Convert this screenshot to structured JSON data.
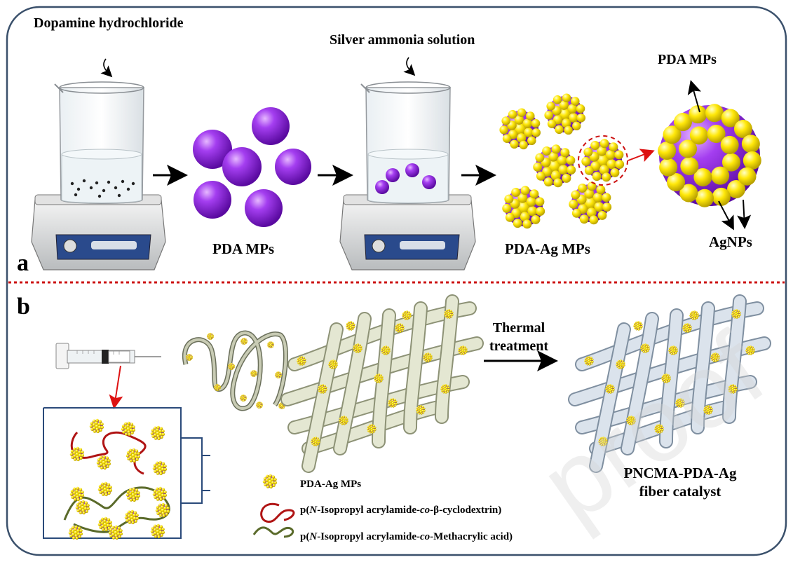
{
  "panel_a": {
    "letter": "a",
    "label_dopamine": "Dopamine hydrochloride",
    "label_silver": "Silver ammonia solution",
    "label_pda_mps": "PDA MPs",
    "label_pda_ag_mps": "PDA-Ag MPs",
    "label_pda_mps_zoom": "PDA MPs",
    "label_agnps": "AgNPs"
  },
  "panel_b": {
    "letter": "b",
    "thermal_1": "Thermal",
    "thermal_2": "treatment",
    "product_1": "PNCMA-PDA-Ag",
    "product_2": "fiber catalyst",
    "legend": {
      "item1": "PDA-Ag MPs",
      "item2_prefix": "p(",
      "item2_n": "N",
      "item2_mid": "-Isopropyl acrylamide-",
      "item2_co": "co",
      "item2_suffix": "-β-cyclodextrin)",
      "item3_prefix": "p(",
      "item3_n": "N",
      "item3_mid": "-Isopropyl acrylamide-",
      "item3_co": "co",
      "item3_suffix": "-Methacrylic acid)"
    },
    "watermark": "proof"
  },
  "colors": {
    "frame": "#3a506b",
    "divider": "#cc1111",
    "pda_purple": "#8a1fd6",
    "silver_yellow": "#f2e100",
    "fiber_green": "#d9dcc4",
    "fiber_blue": "#c8d4e0",
    "arrow_red": "#dd1111",
    "polymer_red": "#b01414",
    "polymer_green": "#5a6a2a"
  }
}
